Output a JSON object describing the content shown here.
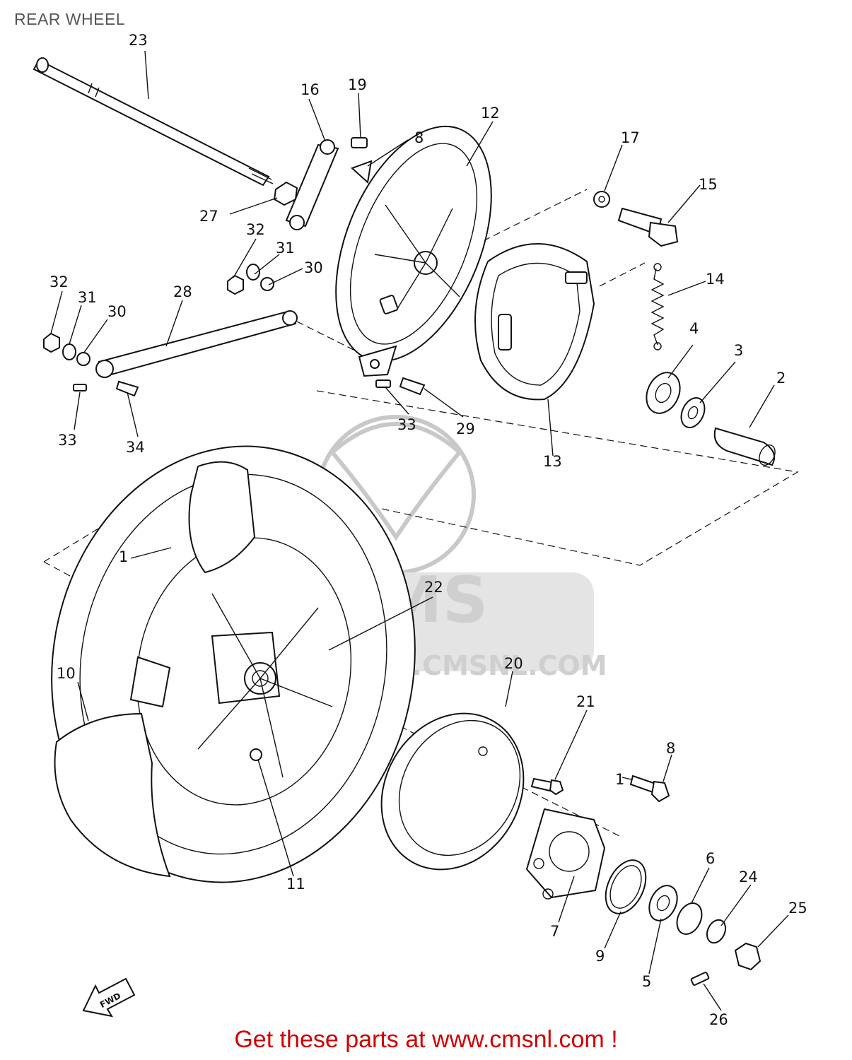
{
  "title": "REAR WHEEL",
  "watermark": {
    "brand": "CMS",
    "url": "WWW.CMSNL.COM"
  },
  "callouts": {
    "c1": "1",
    "c1b": "1",
    "c2": "2",
    "c3": "3",
    "c4": "4",
    "c5": "5",
    "c6": "6",
    "c7": "7",
    "c8a": "8",
    "c8b": "8",
    "c9": "9",
    "c10": "10",
    "c11": "11",
    "c12": "12",
    "c13": "13",
    "c14": "14",
    "c15": "15",
    "c16": "16",
    "c17": "17",
    "c19": "19",
    "c20": "20",
    "c21": "21",
    "c22": "22",
    "c23": "23",
    "c24": "24",
    "c25": "25",
    "c26": "26",
    "c27": "27",
    "c28": "28",
    "c29": "29",
    "c30a": "30",
    "c30b": "30",
    "c31a": "31",
    "c31b": "31",
    "c32a": "32",
    "c32b": "32",
    "c33a": "33",
    "c33b": "33",
    "c34": "34"
  },
  "badge": "FWD",
  "footer": {
    "text": "Get these parts at www.cmsnl.com !",
    "color": "#d00000"
  }
}
